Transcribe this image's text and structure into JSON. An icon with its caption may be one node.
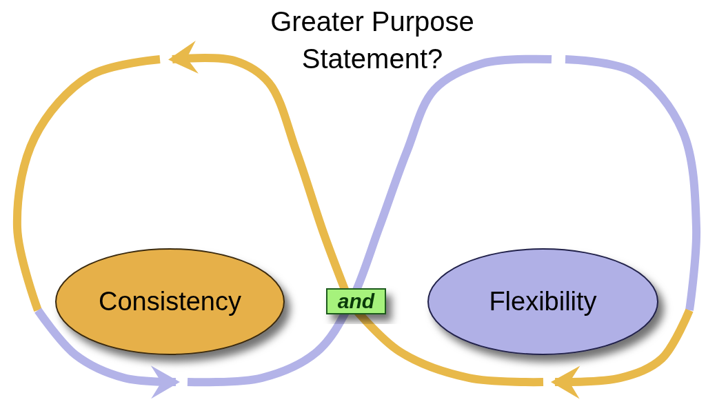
{
  "diagram": {
    "title": "Greater Purpose Statement?",
    "nodes": [
      {
        "text": [
          "Consistency"
        ]
      },
      {
        "text": [
          "and"
        ]
      },
      {
        "text": [
          "Flexibility"
        ]
      }
    ]
  }
}
